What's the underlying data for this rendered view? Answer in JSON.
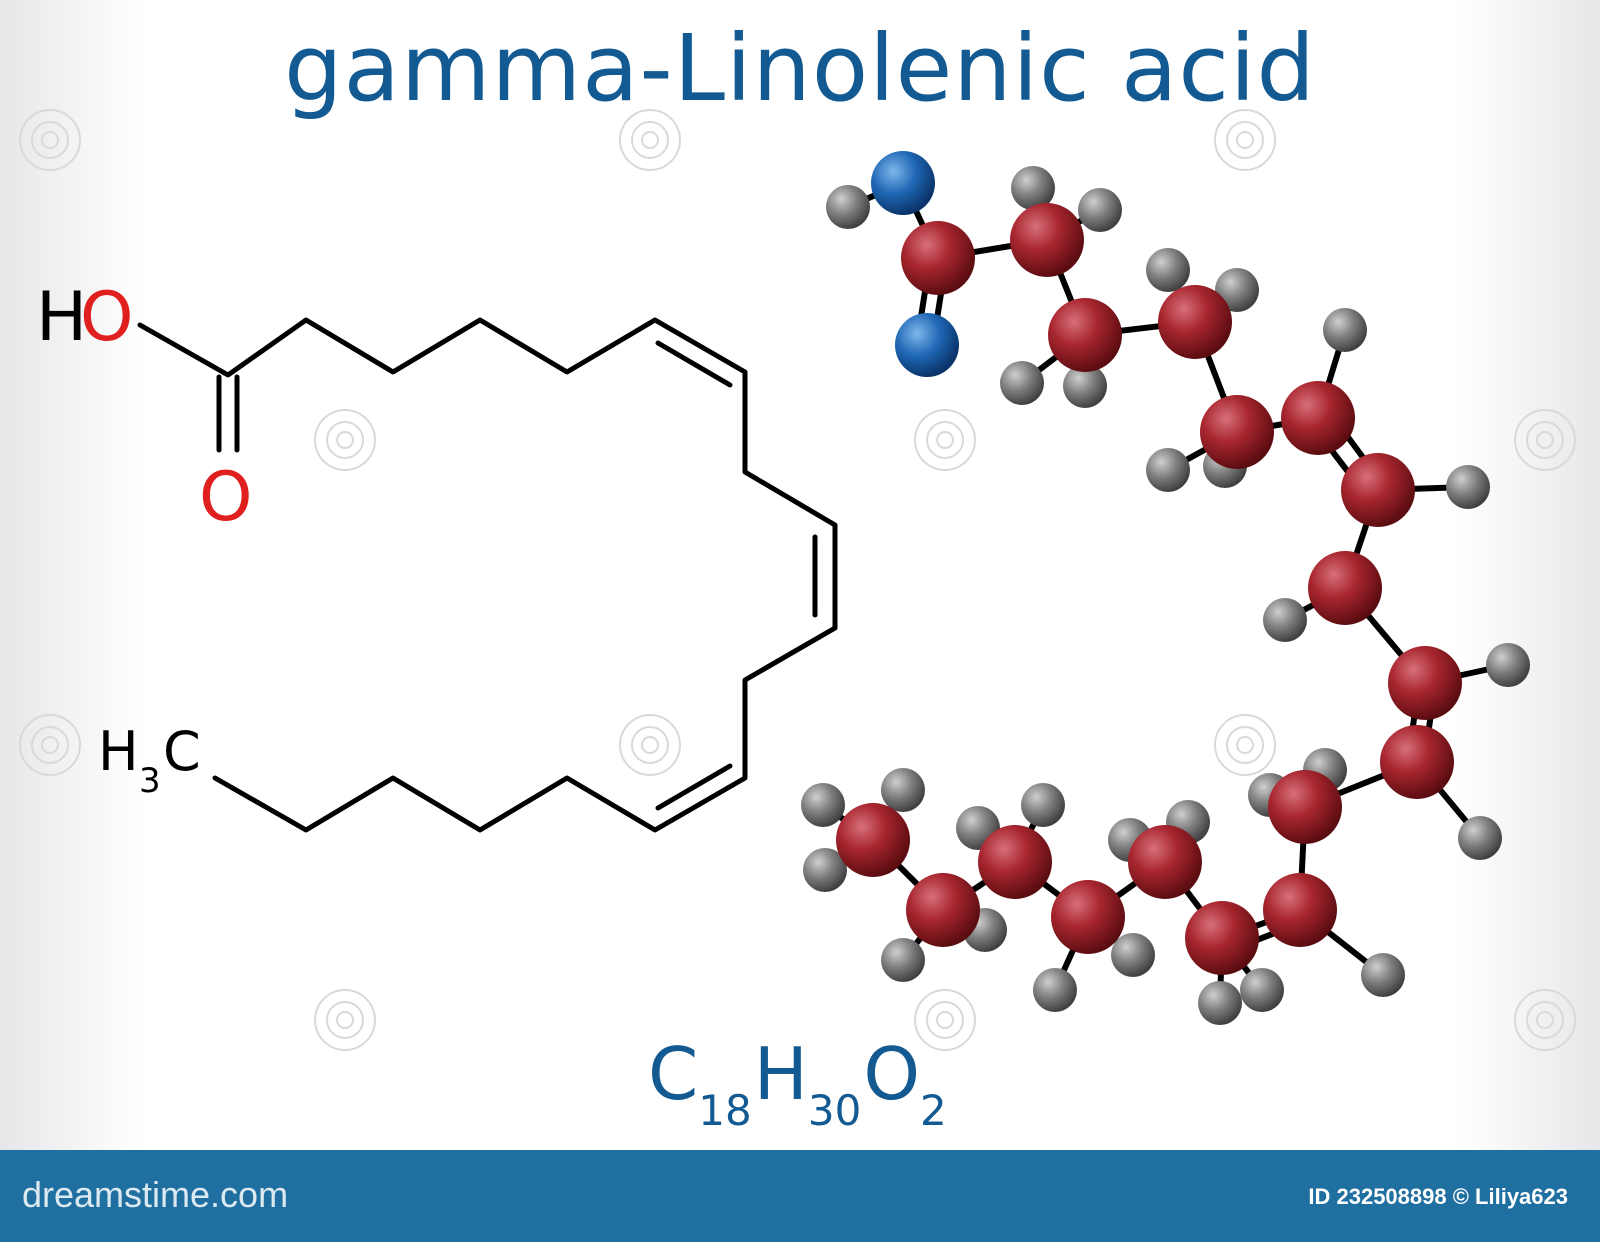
{
  "title": "gamma-Linolenic acid",
  "skeletal": {
    "labels": {
      "H": "H",
      "O_hydroxyl": "O",
      "O_carbonyl": "O",
      "methyl_H": "H",
      "methyl_sub": "3",
      "methyl_C": "C"
    }
  },
  "formula": {
    "c": "C",
    "c_n": "18",
    "h": "H",
    "h_n": "30",
    "o": "O",
    "o_n": "2"
  },
  "colors": {
    "title": "#135a92",
    "oxygen": "#e0201e",
    "carbon": "#9a1b22",
    "hydrogen": "#7a7a7a",
    "oxygen_ball": "#1f6bb2",
    "footer": "#1f6fa0"
  },
  "footer": {
    "site": "dreamstime.com",
    "credit": "ID 232508898 © Liliya623"
  }
}
